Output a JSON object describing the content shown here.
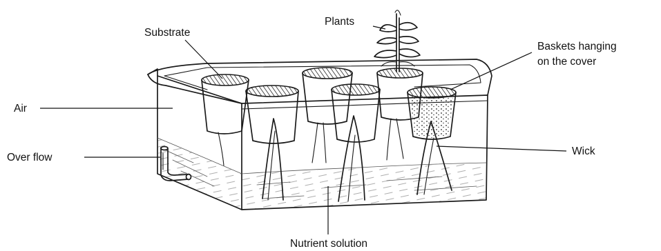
{
  "labels": {
    "substrate": "Substrate",
    "plants": "Plants",
    "baskets_line1": "Baskets hanging",
    "baskets_line2": "on the cover",
    "air": "Air",
    "overflow": "Over flow",
    "wick": "Wick",
    "nutrient_solution": "Nutrient solution"
  },
  "colors": {
    "ink": "#1a1a1a",
    "background": "#ffffff"
  }
}
